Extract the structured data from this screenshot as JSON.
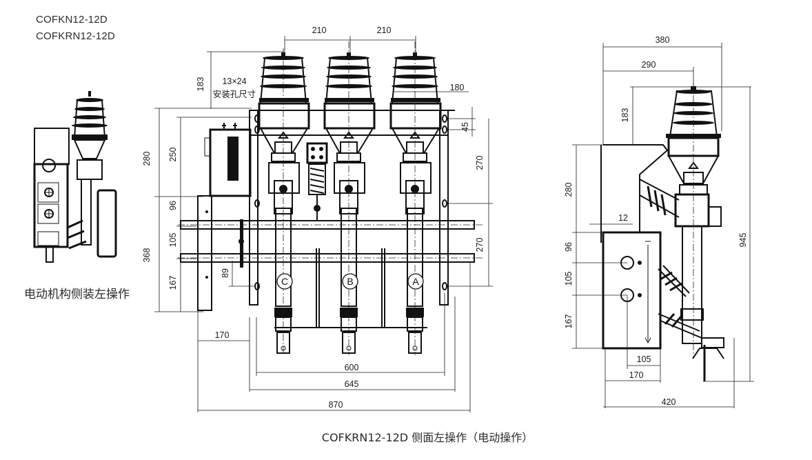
{
  "header": {
    "models": [
      "COFKN12-12D",
      "COFKRN12-12D"
    ]
  },
  "views": {
    "small_view": {
      "caption": "电动机构侧装左操作"
    },
    "front_view": {
      "caption": "COFKRN12-12D 侧面左操作（电动操作）",
      "hole_note_line1": "13×24",
      "hole_note_line2": "安装孔尺寸",
      "phase_labels": [
        "C",
        "B",
        "A"
      ],
      "dimensions": {
        "pitch_left": "210",
        "pitch_right": "210",
        "insulator_height": "183",
        "right_offset": "180",
        "hole_spacing": "45",
        "right_upper": "270",
        "right_lower": "270",
        "left_total_upper": "280",
        "left_upper": "250",
        "left_mid_1": "96",
        "left_mid_2": "105",
        "left_total_lower": "368",
        "left_lower": "167",
        "hole_offset": "89",
        "left_bracket": "170",
        "width_inner": "600",
        "width_mid": "645",
        "width_total": "870"
      }
    },
    "side_view": {
      "dimensions": {
        "top_total": "380",
        "top_partial": "290",
        "insulator_height": "183",
        "height_upper": "280",
        "gap": "12",
        "mid_1": "96",
        "mid_2": "105",
        "lower": "167",
        "total_height": "945",
        "bottom_inner": "105",
        "bottom_mid": "170",
        "bottom_total": "420"
      }
    }
  }
}
